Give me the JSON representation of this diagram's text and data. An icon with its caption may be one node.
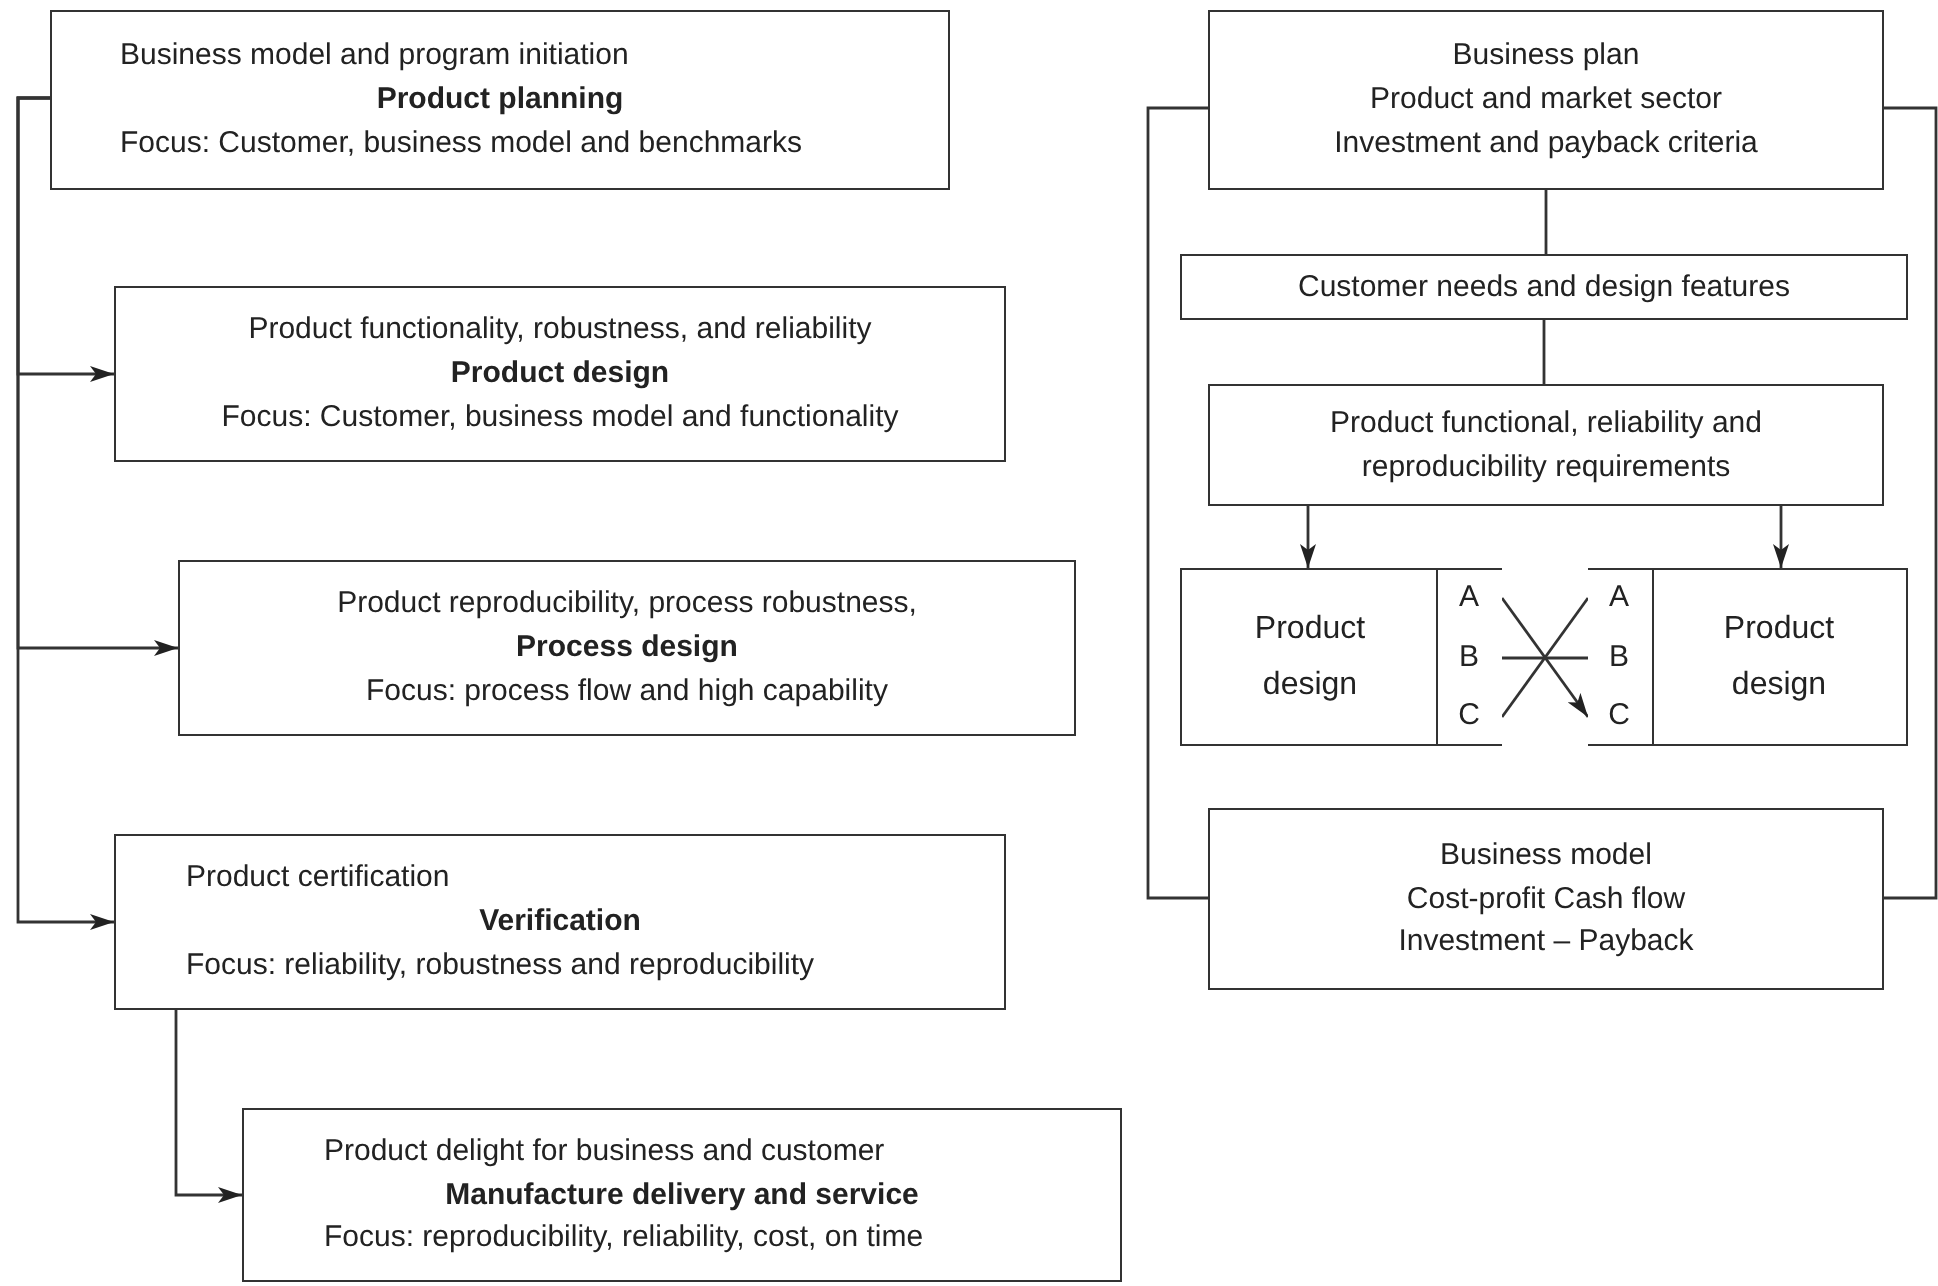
{
  "diagram": {
    "nodes": [
      {
        "text": [
          "Business model and program initiation",
          "Product planning",
          "Focus: Customer, business model and benchmarks"
        ]
      },
      {
        "text": [
          "Product functionality, robustness, and reliability",
          "Product design",
          "Focus: Customer, business model and functionality"
        ]
      },
      {
        "text": [
          "Product reproducibility, process robustness,",
          "Process design",
          "Focus: process flow and high capability"
        ]
      },
      {
        "text": [
          "Product certification",
          "Verification",
          "Focus: reliability, robustness and reproducibility"
        ]
      },
      {
        "text": [
          "Product delight for business and customer",
          "Manufacture delivery and service",
          "Focus: reproducibility, reliability, cost, on time"
        ]
      },
      {
        "text": [
          "Business plan",
          "Product and market sector",
          "Investment and payback criteria"
        ]
      },
      {
        "text": [
          "Customer needs and design features"
        ]
      },
      {
        "text": [
          "Product functional, reliability and reproducibility requirements"
        ]
      },
      {
        "text": [
          "Product design"
        ]
      },
      {
        "text": [
          "A"
        ],
        "in": 8
      },
      {
        "text": [
          "B"
        ],
        "in": 8
      },
      {
        "text": [
          "C"
        ],
        "in": 8
      },
      {
        "text": [
          "Product design"
        ]
      },
      {
        "text": [
          "A"
        ],
        "in": 12
      },
      {
        "text": [
          "B"
        ],
        "in": 12
      },
      {
        "text": [
          "C"
        ],
        "in": 12
      },
      {
        "text": [
          "Business model",
          "Cost-profit Cash flow",
          "Investment – Payback"
        ]
      }
    ],
    "edges": [
      {
        "from": 0,
        "to": 1,
        "arrow": "to"
      },
      {
        "from": 0,
        "to": 2,
        "arrow": "to"
      },
      {
        "from": 0,
        "to": 3,
        "arrow": "to"
      },
      {
        "from": 3,
        "to": 4,
        "arrow": "to"
      },
      {
        "from": 5,
        "to": 6,
        "arrow": "none"
      },
      {
        "from": 6,
        "to": 7,
        "arrow": "none"
      },
      {
        "from": 7,
        "to": 8,
        "arrow": "to"
      },
      {
        "from": 7,
        "to": 12,
        "arrow": "to"
      },
      {
        "from": 9,
        "to": 15,
        "arrow": "to"
      },
      {
        "from": 10,
        "to": 14,
        "arrow": "none"
      },
      {
        "from": 11,
        "to": 13,
        "arrow": "none"
      },
      {
        "from": 5,
        "to": 16,
        "arrow": "none"
      },
      {
        "from": 5,
        "to": 16,
        "arrow": "none"
      }
    ]
  }
}
